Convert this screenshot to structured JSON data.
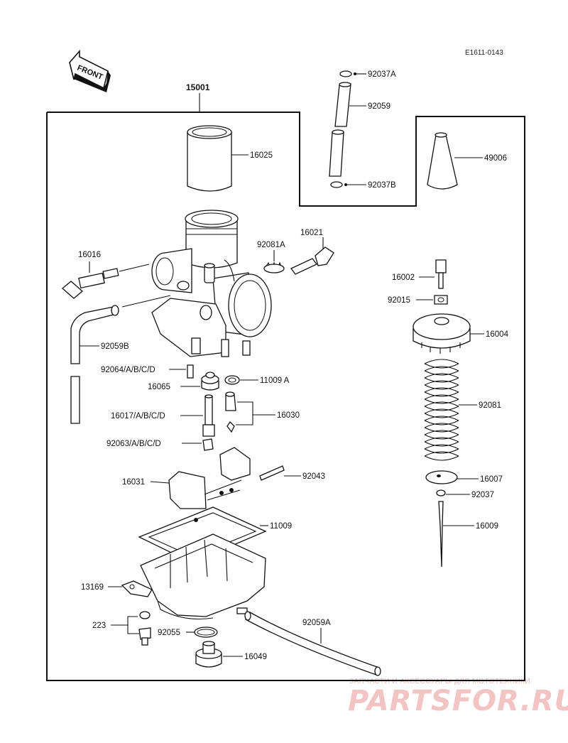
{
  "diagram": {
    "ref_code": "E1611-0143",
    "front_label": "FRONT",
    "assembly_number": "15001",
    "watermark": {
      "tagline": "ЗАПЧАСТИ И АКСЕССУАРЫ ДЛЯ МОТОТЕХНИКИ",
      "brand": "PARTSFOR.RU"
    },
    "parts": {
      "p92037A": "92037A",
      "p92059": "92059",
      "p92037B": "92037B",
      "p16025": "16025",
      "p49006": "49006",
      "p16021": "16021",
      "p92081A": "92081A",
      "p16016": "16016",
      "p16002": "16002",
      "p92015": "92015",
      "p16004": "16004",
      "p92059B": "92059B",
      "p92064": "92064/A/B/C/D",
      "p11009A": "11009 A",
      "p16065": "16065",
      "p16017": "16017/A/B/C/D",
      "p16030": "16030",
      "p92081": "92081",
      "p92063": "92063/A/B/C/D",
      "p92043": "92043",
      "p16007": "16007",
      "p16031": "16031",
      "p92037": "92037",
      "p11009": "11009",
      "p16009": "16009",
      "p13169": "13169",
      "p223": "223",
      "p92059A": "92059A",
      "p92055": "92055",
      "p16049": "16049"
    }
  }
}
